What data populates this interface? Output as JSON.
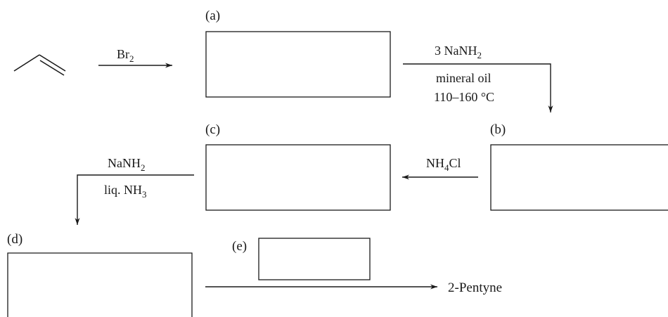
{
  "reagents": {
    "step1": {
      "main": "Br",
      "sub": "2"
    },
    "step2": {
      "line1_pre": "3 NaNH",
      "line1_sub": "2",
      "line2": "mineral oil",
      "line3": "110–160 °C"
    },
    "step3": {
      "pre": "NH",
      "sub": "4",
      "post": "Cl"
    },
    "step4": {
      "line1_pre": "NaNH",
      "line1_sub": "2",
      "line2_pre": "liq. NH",
      "line2_sub": "3"
    }
  },
  "boxes": {
    "a": "(a)",
    "b": "(b)",
    "c": "(c)",
    "d": "(d)",
    "e": "(e)"
  },
  "product": "2-Pentyne"
}
